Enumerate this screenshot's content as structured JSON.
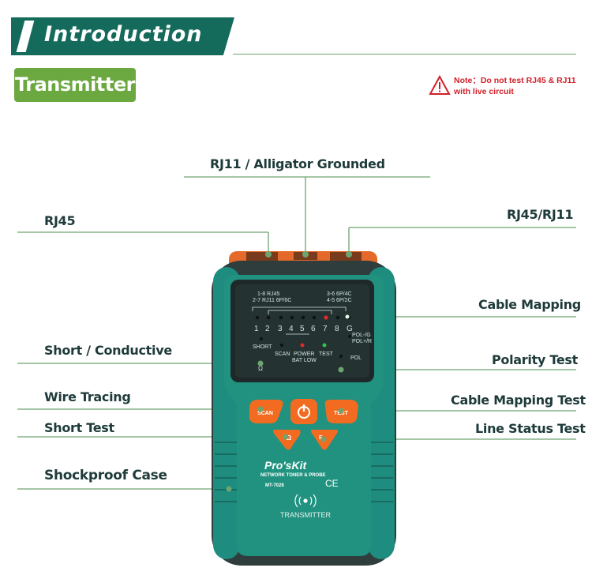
{
  "header": {
    "title": "Introduction",
    "section": "Transmitter"
  },
  "note": {
    "line1": "Note：Do not test RJ45 & RJ11",
    "line2": "with live circuit"
  },
  "callouts": {
    "rj11_grounded": "RJ11 / Alligator Grounded",
    "rj45": "RJ45",
    "rj45_rj11": "RJ45/RJ11",
    "cable_mapping": "Cable Mapping",
    "short_conductive": "Short / Conductive",
    "polarity_test": "Polarity Test",
    "wire_tracing": "Wire Tracing",
    "cable_mapping_test": "Cable Mapping Test",
    "short_test": "Short Test",
    "line_status_test": "Line Status Test",
    "shockproof_case": "Shockproof Case"
  },
  "device": {
    "label_rj45": "1-8 RJ45",
    "label_rj11": "2-7 RJ11 6P/6C",
    "label_6p4c": "3-6 6P/4C",
    "label_8p2c": "4-5 6P/2C",
    "pins": [
      "1",
      "2",
      "3",
      "4",
      "5",
      "6",
      "7",
      "8",
      "G"
    ],
    "pol_neg": "POL-/G",
    "pol_pos": "POL+/R",
    "short": "SHORT",
    "omega": "Ω",
    "scan": "SCAN",
    "power": "POWER",
    "test": "TEST",
    "bat_low": "BAT LOW",
    "pol": "POL",
    "btn_scan": "SCAN",
    "btn_test": "TEST",
    "btn_omega": "Ω",
    "brand": "Pro'sKit",
    "model_name": "NETWORK TONER & PROBE",
    "model_no": "MT-7028",
    "ce": "CE",
    "transmitter": "TRANSMITTER"
  },
  "colors": {
    "banner": "#156b5b",
    "badge": "#6ca840",
    "case": "#1e8c7e",
    "orange": "#f26b21",
    "callout_line": "#6da56f",
    "warning": "#d2202a"
  }
}
